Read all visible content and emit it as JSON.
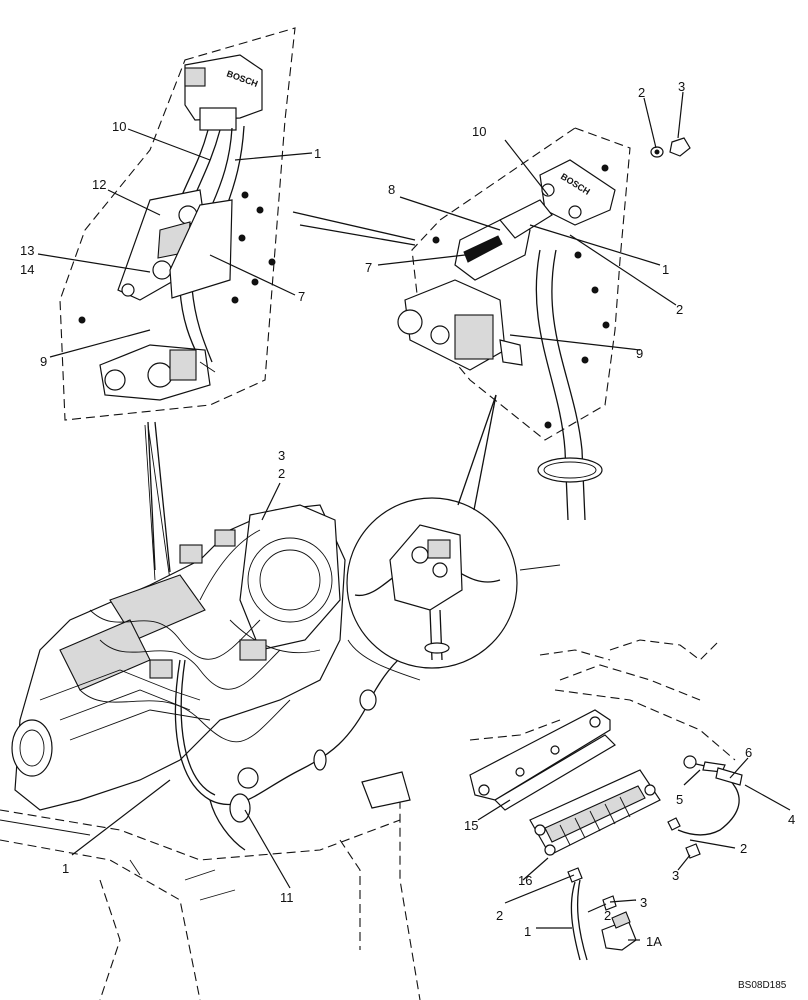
{
  "reference_code": "BS08D185",
  "brand_marks": [
    "BOSCH",
    "BOSCH"
  ],
  "callouts": [
    {
      "text": "10"
    },
    {
      "text": "1"
    },
    {
      "text": "12"
    },
    {
      "text": "13"
    },
    {
      "text": "14"
    },
    {
      "text": "7"
    },
    {
      "text": "9"
    },
    {
      "text": "2"
    },
    {
      "text": "3"
    },
    {
      "text": "10"
    },
    {
      "text": "8"
    },
    {
      "text": "7"
    },
    {
      "text": "1"
    },
    {
      "text": "2"
    },
    {
      "text": "9"
    },
    {
      "text": "3"
    },
    {
      "text": "2"
    },
    {
      "text": "1"
    },
    {
      "text": "11"
    },
    {
      "text": "6"
    },
    {
      "text": "5"
    },
    {
      "text": "4"
    },
    {
      "text": "15"
    },
    {
      "text": "2"
    },
    {
      "text": "3"
    },
    {
      "text": "16"
    },
    {
      "text": "2"
    },
    {
      "text": "3"
    },
    {
      "text": "1"
    },
    {
      "text": "1A"
    }
  ]
}
